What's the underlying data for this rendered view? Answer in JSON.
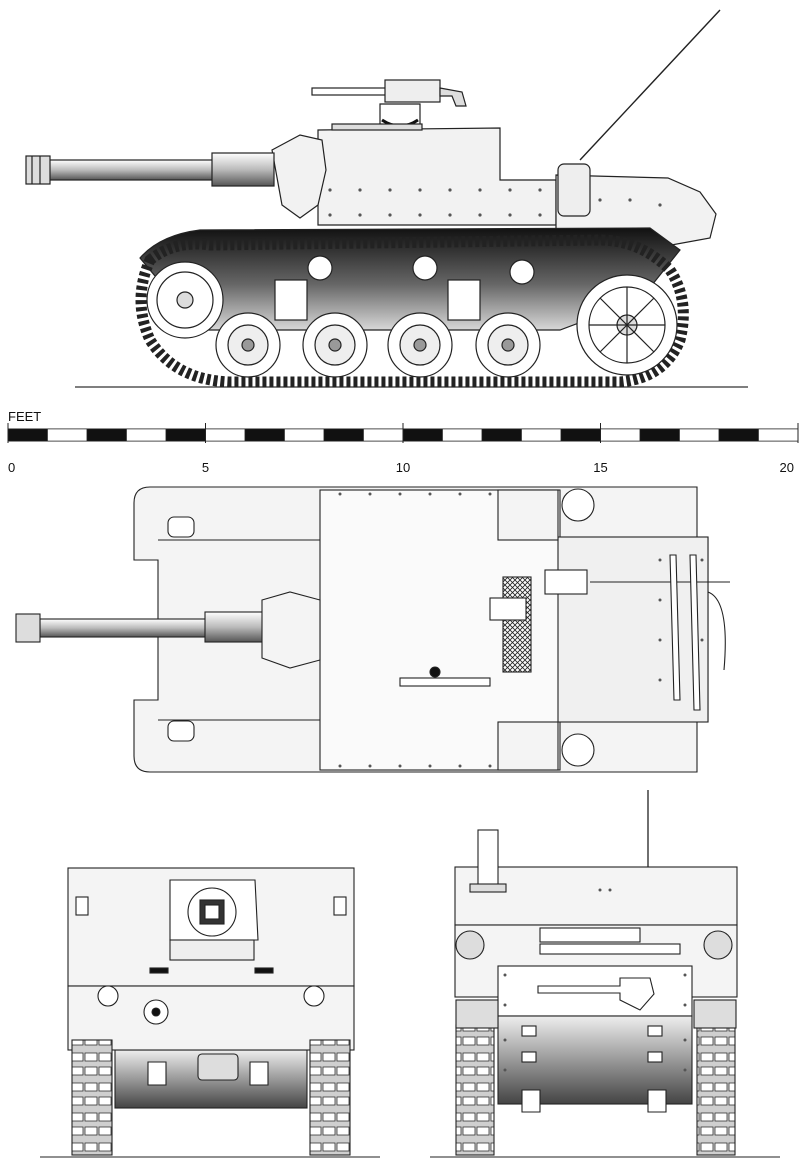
{
  "scale": {
    "unit_label": "FEET",
    "ticks": [
      "0",
      "5",
      "10",
      "15",
      "20"
    ],
    "max_feet": 20
  },
  "views": [
    {
      "id": "side-elevation"
    },
    {
      "id": "top-plan"
    },
    {
      "id": "front-elevation"
    },
    {
      "id": "rear-elevation"
    }
  ],
  "colors": {
    "line": "#222222",
    "hull_fill": "#f2f2f2",
    "dark": "#1a1a1a",
    "mid": "#9a9a9a"
  }
}
